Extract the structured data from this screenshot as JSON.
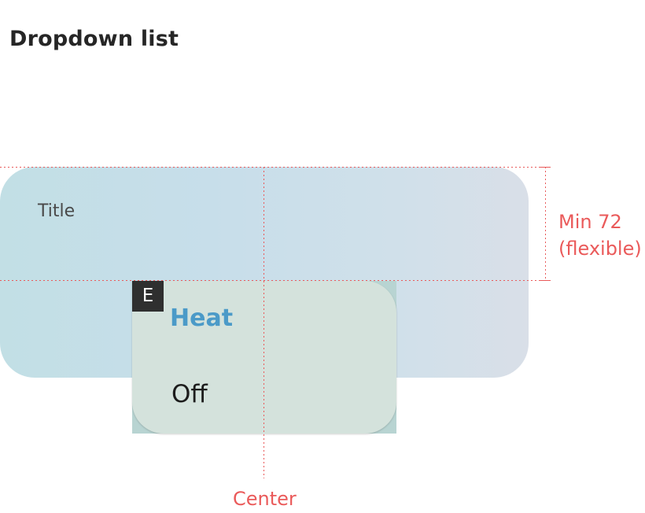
{
  "page": {
    "title": "Dropdown list"
  },
  "card": {
    "title": "Title"
  },
  "dropdown": {
    "items": [
      {
        "label": "Heat",
        "selected": true
      },
      {
        "label": "Off",
        "selected": false
      }
    ],
    "edge_marker": "E"
  },
  "annotations": {
    "height_line1": "Min 72",
    "height_line2": "(flexible)",
    "center_label": "Center"
  },
  "colors": {
    "guide": "#e95a5a",
    "selected_item": "#4b9ac8",
    "dropdown_bg": "#d4e2dc",
    "card_bg": "#c7deea"
  }
}
